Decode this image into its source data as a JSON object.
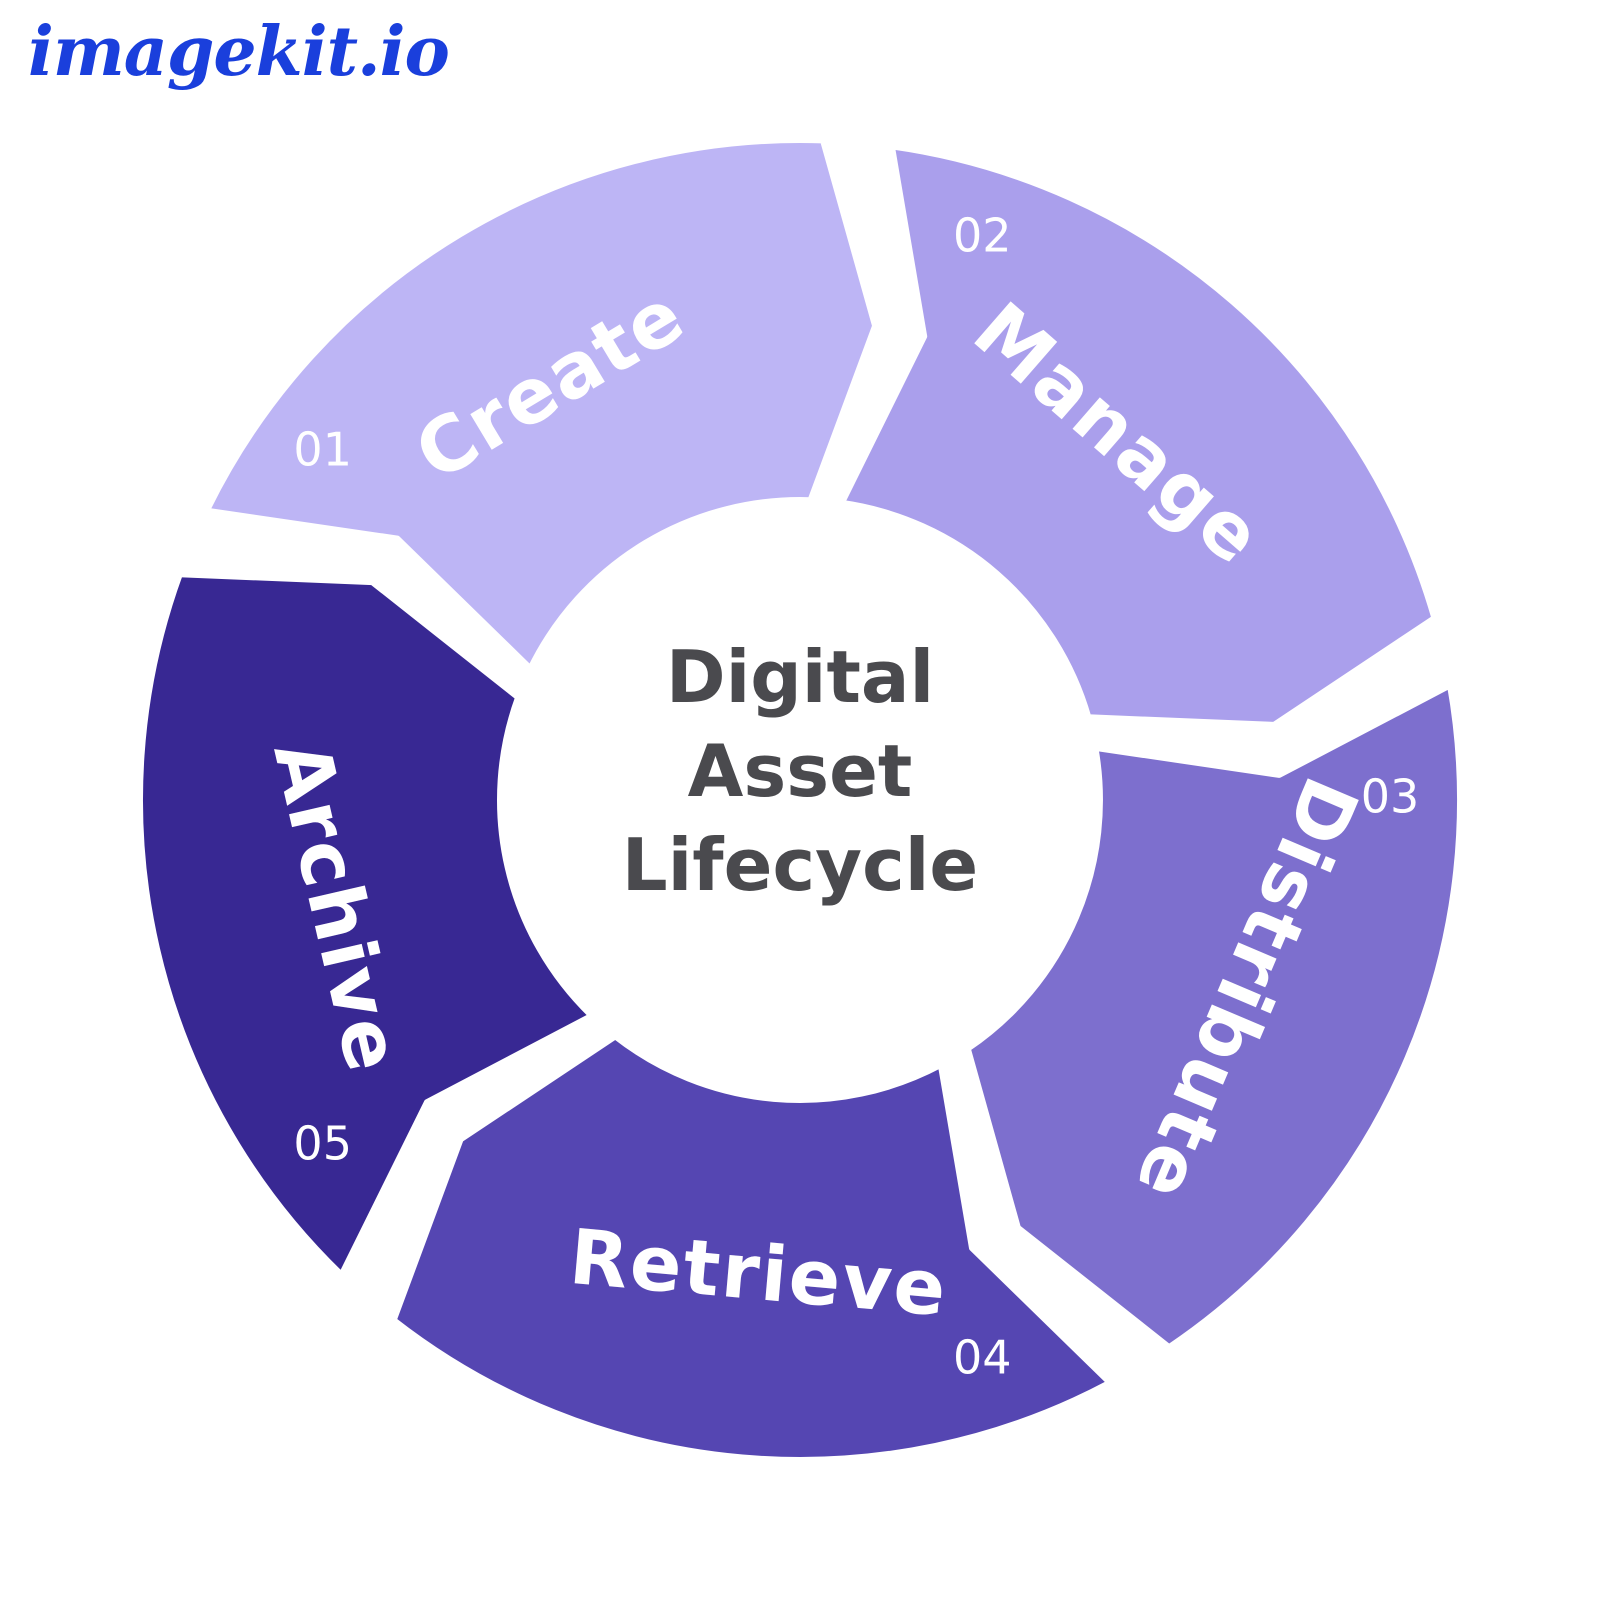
{
  "logo": "imagekit.io",
  "center_title": [
    "Digital",
    "Asset",
    "Lifecycle"
  ],
  "stages": [
    {
      "number": "01",
      "label": "Create",
      "color": "#bdb5f5"
    },
    {
      "number": "02",
      "label": "Manage",
      "color": "#aa9fec"
    },
    {
      "number": "03",
      "label": "Distribute",
      "color": "#7d6fce"
    },
    {
      "number": "04",
      "label": "Retrieve",
      "color": "#5546b2"
    },
    {
      "number": "05",
      "label": "Archive",
      "color": "#382893"
    }
  ]
}
